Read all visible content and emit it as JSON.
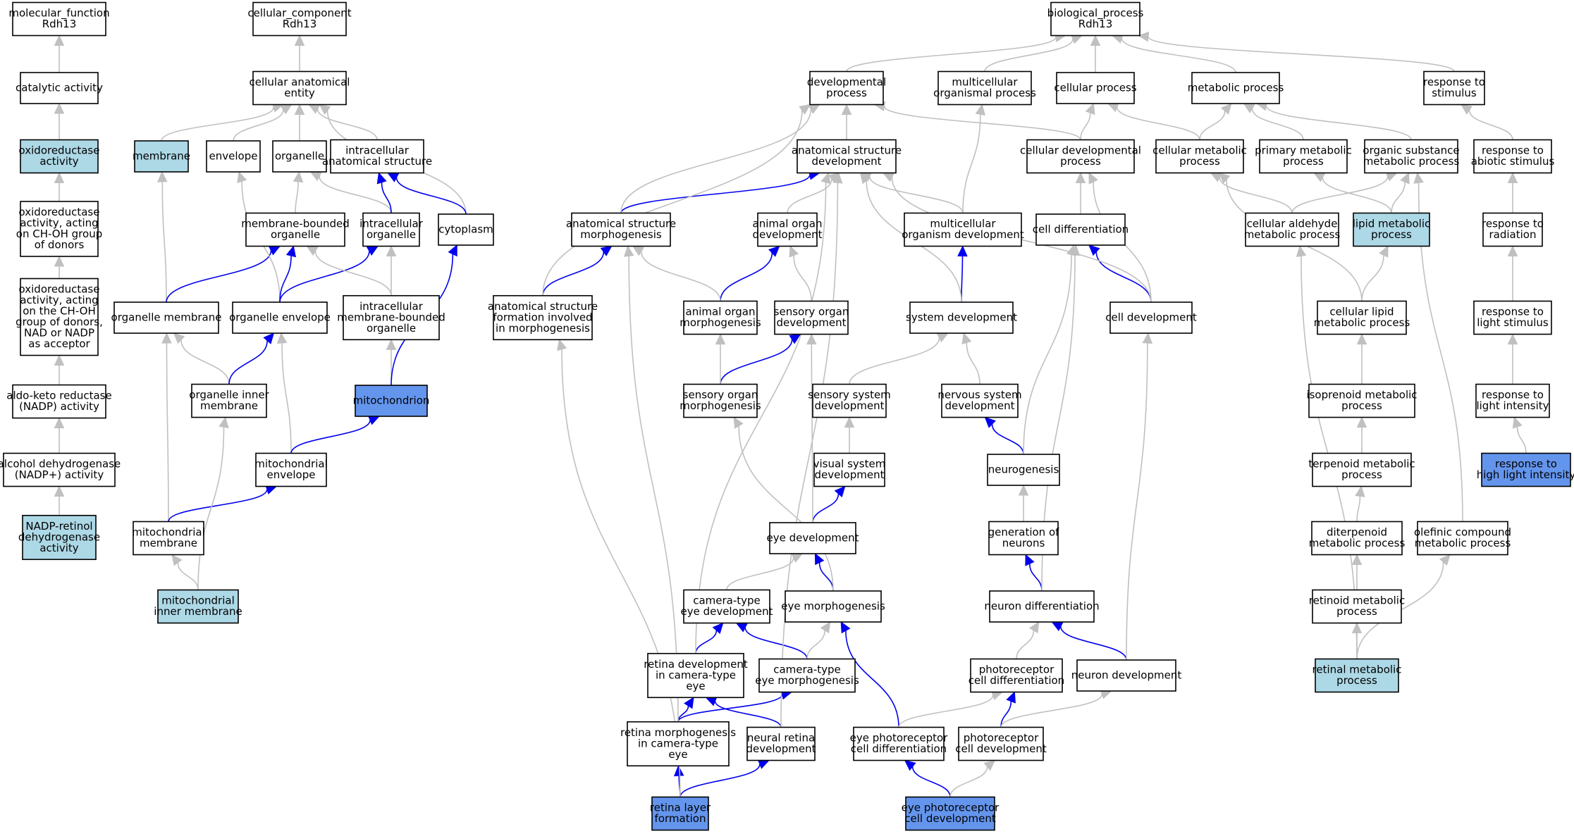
{
  "colors": {
    "default": "#ffffff",
    "annotated": "#add8e6",
    "query": "#6495ed",
    "edge_gray": "#c0c0c0",
    "edge_blue": "#0000ee"
  },
  "nodes": [
    {
      "id": "mf",
      "lines": [
        "molecular_function",
        "Rdh13"
      ],
      "fill": "default"
    },
    {
      "id": "cat",
      "lines": [
        "catalytic activity"
      ],
      "fill": "default"
    },
    {
      "id": "oxr",
      "lines": [
        "oxidoreductase",
        "activity"
      ],
      "fill": "annotated"
    },
    {
      "id": "oxrch",
      "lines": [
        "oxidoreductase",
        "activity, acting",
        "on CH-OH group",
        "of donors"
      ],
      "fill": "default"
    },
    {
      "id": "oxrnad",
      "lines": [
        "oxidoreductase",
        "activity, acting",
        "on the CH-OH",
        "group of donors,",
        "NAD or NADP",
        "as acceptor"
      ],
      "fill": "default"
    },
    {
      "id": "akr",
      "lines": [
        "aldo-keto reductase",
        "(NADP) activity"
      ],
      "fill": "default"
    },
    {
      "id": "adh",
      "lines": [
        "alcohol dehydrogenase",
        "(NADP+) activity"
      ],
      "fill": "default"
    },
    {
      "id": "nrdh",
      "lines": [
        "NADP-retinol",
        "dehydrogenase",
        "activity"
      ],
      "fill": "annotated"
    },
    {
      "id": "cc",
      "lines": [
        "cellular_component",
        "Rdh13"
      ],
      "fill": "default"
    },
    {
      "id": "cae",
      "lines": [
        "cellular anatomical",
        "entity"
      ],
      "fill": "default"
    },
    {
      "id": "mem",
      "lines": [
        "membrane"
      ],
      "fill": "annotated"
    },
    {
      "id": "env",
      "lines": [
        "envelope"
      ],
      "fill": "default"
    },
    {
      "id": "org",
      "lines": [
        "organelle"
      ],
      "fill": "default"
    },
    {
      "id": "ias",
      "lines": [
        "intracellular",
        "anatomical structure"
      ],
      "fill": "default"
    },
    {
      "id": "mbo",
      "lines": [
        "membrane-bounded",
        "organelle"
      ],
      "fill": "default"
    },
    {
      "id": "io",
      "lines": [
        "intracellular",
        "organelle"
      ],
      "fill": "default"
    },
    {
      "id": "cyt",
      "lines": [
        "cytoplasm"
      ],
      "fill": "default"
    },
    {
      "id": "om",
      "lines": [
        "organelle membrane"
      ],
      "fill": "default"
    },
    {
      "id": "oe",
      "lines": [
        "organelle envelope"
      ],
      "fill": "default"
    },
    {
      "id": "imbo",
      "lines": [
        "intracellular",
        "membrane-bounded",
        "organelle"
      ],
      "fill": "default"
    },
    {
      "id": "oim",
      "lines": [
        "organelle inner",
        "membrane"
      ],
      "fill": "default"
    },
    {
      "id": "mito",
      "lines": [
        "mitochondrion"
      ],
      "fill": "query"
    },
    {
      "id": "menv",
      "lines": [
        "mitochondrial",
        "envelope"
      ],
      "fill": "default"
    },
    {
      "id": "mmem",
      "lines": [
        "mitochondrial",
        "membrane"
      ],
      "fill": "default"
    },
    {
      "id": "mim",
      "lines": [
        "mitochondrial",
        "inner membrane"
      ],
      "fill": "annotated"
    },
    {
      "id": "bp",
      "lines": [
        "biological_process",
        "Rdh13"
      ],
      "fill": "default"
    },
    {
      "id": "dev",
      "lines": [
        "developmental",
        "process"
      ],
      "fill": "default"
    },
    {
      "id": "mop",
      "lines": [
        "multicellular",
        "organismal process"
      ],
      "fill": "default"
    },
    {
      "id": "cp",
      "lines": [
        "cellular process"
      ],
      "fill": "default"
    },
    {
      "id": "metp",
      "lines": [
        "metabolic process"
      ],
      "fill": "default"
    },
    {
      "id": "rts",
      "lines": [
        "response to",
        "stimulus"
      ],
      "fill": "default"
    },
    {
      "id": "asd",
      "lines": [
        "anatomical structure",
        "development"
      ],
      "fill": "default"
    },
    {
      "id": "cdp",
      "lines": [
        "cellular developmental",
        "process"
      ],
      "fill": "default"
    },
    {
      "id": "cmp",
      "lines": [
        "cellular metabolic",
        "process"
      ],
      "fill": "default"
    },
    {
      "id": "pmp",
      "lines": [
        "primary metabolic",
        "process"
      ],
      "fill": "default"
    },
    {
      "id": "osmp",
      "lines": [
        "organic substance",
        "metabolic process"
      ],
      "fill": "default"
    },
    {
      "id": "ras",
      "lines": [
        "response to",
        "abiotic stimulus"
      ],
      "fill": "default"
    },
    {
      "id": "asm",
      "lines": [
        "anatomical structure",
        "morphogenesis"
      ],
      "fill": "default"
    },
    {
      "id": "aod",
      "lines": [
        "animal organ",
        "development"
      ],
      "fill": "default"
    },
    {
      "id": "mod",
      "lines": [
        "multicellular",
        "organism development"
      ],
      "fill": "default"
    },
    {
      "id": "cdiff",
      "lines": [
        "cell differentiation"
      ],
      "fill": "default"
    },
    {
      "id": "camp",
      "lines": [
        "cellular aldehyde",
        "metabolic process"
      ],
      "fill": "default"
    },
    {
      "id": "lmp",
      "lines": [
        "lipid metabolic",
        "process"
      ],
      "fill": "annotated"
    },
    {
      "id": "rrad",
      "lines": [
        "response to",
        "radiation"
      ],
      "fill": "default"
    },
    {
      "id": "asf",
      "lines": [
        "anatomical structure",
        "formation involved",
        "in morphogenesis"
      ],
      "fill": "default"
    },
    {
      "id": "aom",
      "lines": [
        "animal organ",
        "morphogenesis"
      ],
      "fill": "default"
    },
    {
      "id": "sod",
      "lines": [
        "sensory organ",
        "development"
      ],
      "fill": "default"
    },
    {
      "id": "sysd",
      "lines": [
        "system development"
      ],
      "fill": "default"
    },
    {
      "id": "celld",
      "lines": [
        "cell development"
      ],
      "fill": "default"
    },
    {
      "id": "clmp",
      "lines": [
        "cellular lipid",
        "metabolic process"
      ],
      "fill": "default"
    },
    {
      "id": "rls",
      "lines": [
        "response to",
        "light stimulus"
      ],
      "fill": "default"
    },
    {
      "id": "som",
      "lines": [
        "sensory organ",
        "morphogenesis"
      ],
      "fill": "default"
    },
    {
      "id": "ssd",
      "lines": [
        "sensory system",
        "development"
      ],
      "fill": "default"
    },
    {
      "id": "nsd",
      "lines": [
        "nervous system",
        "development"
      ],
      "fill": "default"
    },
    {
      "id": "isomp",
      "lines": [
        "isoprenoid metabolic",
        "process"
      ],
      "fill": "default"
    },
    {
      "id": "rli",
      "lines": [
        "response to",
        "light intensity"
      ],
      "fill": "default"
    },
    {
      "id": "vsd",
      "lines": [
        "visual system",
        "development"
      ],
      "fill": "default"
    },
    {
      "id": "ngen",
      "lines": [
        "neurogenesis"
      ],
      "fill": "default"
    },
    {
      "id": "tmp",
      "lines": [
        "terpenoid metabolic",
        "process"
      ],
      "fill": "default"
    },
    {
      "id": "rhli",
      "lines": [
        "response to",
        "high light intensity"
      ],
      "fill": "query"
    },
    {
      "id": "eyed",
      "lines": [
        "eye development"
      ],
      "fill": "default"
    },
    {
      "id": "genn",
      "lines": [
        "generation of",
        "neurons"
      ],
      "fill": "default"
    },
    {
      "id": "dmp",
      "lines": [
        "diterpenoid",
        "metabolic process"
      ],
      "fill": "default"
    },
    {
      "id": "ocmp",
      "lines": [
        "olefinic compound",
        "metabolic process"
      ],
      "fill": "default"
    },
    {
      "id": "cted",
      "lines": [
        "camera-type",
        "eye development"
      ],
      "fill": "default"
    },
    {
      "id": "eyem",
      "lines": [
        "eye morphogenesis"
      ],
      "fill": "default"
    },
    {
      "id": "nd",
      "lines": [
        "neuron differentiation"
      ],
      "fill": "default"
    },
    {
      "id": "rmp",
      "lines": [
        "retinoid metabolic",
        "process"
      ],
      "fill": "default"
    },
    {
      "id": "rdce",
      "lines": [
        "retina development",
        "in camera-type",
        "eye"
      ],
      "fill": "default"
    },
    {
      "id": "ctem",
      "lines": [
        "camera-type",
        "eye morphogenesis"
      ],
      "fill": "default"
    },
    {
      "id": "pcd",
      "lines": [
        "photoreceptor",
        "cell differentiation"
      ],
      "fill": "default"
    },
    {
      "id": "ndev",
      "lines": [
        "neuron development"
      ],
      "fill": "default"
    },
    {
      "id": "retmp",
      "lines": [
        "retinal metabolic",
        "process"
      ],
      "fill": "annotated"
    },
    {
      "id": "rmce",
      "lines": [
        "retina morphogenesis",
        "in camera-type",
        "eye"
      ],
      "fill": "default"
    },
    {
      "id": "nrd",
      "lines": [
        "neural retina",
        "development"
      ],
      "fill": "default"
    },
    {
      "id": "epcd",
      "lines": [
        "eye photoreceptor",
        "cell differentiation"
      ],
      "fill": "default"
    },
    {
      "id": "pcdev",
      "lines": [
        "photoreceptor",
        "cell development"
      ],
      "fill": "default"
    },
    {
      "id": "rlf",
      "lines": [
        "retina layer",
        "formation"
      ],
      "fill": "query"
    },
    {
      "id": "epcdev",
      "lines": [
        "eye photoreceptor",
        "cell development"
      ],
      "fill": "query"
    }
  ],
  "edges": [
    {
      "from": "cat",
      "to": "mf",
      "color": "gray"
    },
    {
      "from": "oxr",
      "to": "cat",
      "color": "gray"
    },
    {
      "from": "oxrch",
      "to": "oxr",
      "color": "gray"
    },
    {
      "from": "oxrnad",
      "to": "oxrch",
      "color": "gray"
    },
    {
      "from": "akr",
      "to": "oxrnad",
      "color": "gray"
    },
    {
      "from": "adh",
      "to": "akr",
      "color": "gray"
    },
    {
      "from": "nrdh",
      "to": "adh",
      "color": "gray"
    },
    {
      "from": "cae",
      "to": "cc",
      "color": "gray"
    },
    {
      "from": "mem",
      "to": "cae",
      "color": "gray"
    },
    {
      "from": "env",
      "to": "cae",
      "color": "gray"
    },
    {
      "from": "org",
      "to": "cae",
      "color": "gray"
    },
    {
      "from": "ias",
      "to": "cae",
      "color": "gray"
    },
    {
      "from": "cyt",
      "to": "cae",
      "color": "gray"
    },
    {
      "from": "mbo",
      "to": "org",
      "color": "gray"
    },
    {
      "from": "io",
      "to": "org",
      "color": "gray"
    },
    {
      "from": "io",
      "to": "ias",
      "color": "blue"
    },
    {
      "from": "cyt",
      "to": "ias",
      "color": "blue"
    },
    {
      "from": "om",
      "to": "mem",
      "color": "gray"
    },
    {
      "from": "om",
      "to": "mbo",
      "color": "blue"
    },
    {
      "from": "oe",
      "to": "env",
      "color": "gray"
    },
    {
      "from": "oe",
      "to": "mbo",
      "color": "blue"
    },
    {
      "from": "oe",
      "to": "io",
      "color": "blue"
    },
    {
      "from": "imbo",
      "to": "mbo",
      "color": "gray"
    },
    {
      "from": "imbo",
      "to": "io",
      "color": "gray"
    },
    {
      "from": "oim",
      "to": "om",
      "color": "gray"
    },
    {
      "from": "oim",
      "to": "oe",
      "color": "blue"
    },
    {
      "from": "mito",
      "to": "imbo",
      "color": "gray"
    },
    {
      "from": "mito",
      "to": "cyt",
      "color": "blue"
    },
    {
      "from": "menv",
      "to": "oe",
      "color": "gray"
    },
    {
      "from": "menv",
      "to": "mito",
      "color": "blue"
    },
    {
      "from": "mmem",
      "to": "om",
      "color": "gray"
    },
    {
      "from": "mmem",
      "to": "menv",
      "color": "blue"
    },
    {
      "from": "mim",
      "to": "mmem",
      "color": "gray"
    },
    {
      "from": "mim",
      "to": "oim",
      "color": "gray"
    },
    {
      "from": "dev",
      "to": "bp",
      "color": "gray"
    },
    {
      "from": "mop",
      "to": "bp",
      "color": "gray"
    },
    {
      "from": "cp",
      "to": "bp",
      "color": "gray"
    },
    {
      "from": "metp",
      "to": "bp",
      "color": "gray"
    },
    {
      "from": "rts",
      "to": "bp",
      "color": "gray"
    },
    {
      "from": "asd",
      "to": "dev",
      "color": "gray"
    },
    {
      "from": "cdp",
      "to": "dev",
      "color": "gray"
    },
    {
      "from": "cdp",
      "to": "cp",
      "color": "gray"
    },
    {
      "from": "cmp",
      "to": "cp",
      "color": "gray"
    },
    {
      "from": "cmp",
      "to": "metp",
      "color": "gray"
    },
    {
      "from": "pmp",
      "to": "metp",
      "color": "gray"
    },
    {
      "from": "osmp",
      "to": "metp",
      "color": "gray"
    },
    {
      "from": "ras",
      "to": "rts",
      "color": "gray"
    },
    {
      "from": "asm",
      "to": "asd",
      "color": "blue"
    },
    {
      "from": "asm",
      "to": "dev",
      "color": "gray"
    },
    {
      "from": "aod",
      "to": "asd",
      "color": "gray"
    },
    {
      "from": "mod",
      "to": "asd",
      "color": "gray"
    },
    {
      "from": "mod",
      "to": "mop",
      "color": "gray"
    },
    {
      "from": "cdiff",
      "to": "cdp",
      "color": "gray"
    },
    {
      "from": "camp",
      "to": "cmp",
      "color": "gray"
    },
    {
      "from": "camp",
      "to": "osmp",
      "color": "gray"
    },
    {
      "from": "lmp",
      "to": "pmp",
      "color": "gray"
    },
    {
      "from": "lmp",
      "to": "osmp",
      "color": "gray"
    },
    {
      "from": "rrad",
      "to": "ras",
      "color": "gray"
    },
    {
      "from": "asf",
      "to": "asm",
      "color": "blue"
    },
    {
      "from": "asf",
      "to": "dev",
      "color": "gray"
    },
    {
      "from": "aom",
      "to": "aod",
      "color": "blue"
    },
    {
      "from": "aom",
      "to": "asm",
      "color": "gray"
    },
    {
      "from": "sod",
      "to": "aod",
      "color": "gray"
    },
    {
      "from": "sysd",
      "to": "mod",
      "color": "blue"
    },
    {
      "from": "sysd",
      "to": "asd",
      "color": "gray"
    },
    {
      "from": "celld",
      "to": "cdiff",
      "color": "blue"
    },
    {
      "from": "celld",
      "to": "cdp",
      "color": "gray"
    },
    {
      "from": "celld",
      "to": "asd",
      "color": "gray"
    },
    {
      "from": "clmp",
      "to": "lmp",
      "color": "gray"
    },
    {
      "from": "clmp",
      "to": "cmp",
      "color": "gray"
    },
    {
      "from": "rls",
      "to": "rrad",
      "color": "gray"
    },
    {
      "from": "som",
      "to": "sod",
      "color": "blue"
    },
    {
      "from": "som",
      "to": "aom",
      "color": "gray"
    },
    {
      "from": "ssd",
      "to": "sysd",
      "color": "gray"
    },
    {
      "from": "nsd",
      "to": "sysd",
      "color": "gray"
    },
    {
      "from": "isomp",
      "to": "clmp",
      "color": "gray"
    },
    {
      "from": "rli",
      "to": "rls",
      "color": "gray"
    },
    {
      "from": "vsd",
      "to": "ssd",
      "color": "gray"
    },
    {
      "from": "ngen",
      "to": "nsd",
      "color": "blue"
    },
    {
      "from": "ngen",
      "to": "cdiff",
      "color": "gray"
    },
    {
      "from": "tmp",
      "to": "isomp",
      "color": "gray"
    },
    {
      "from": "rhli",
      "to": "rli",
      "color": "gray"
    },
    {
      "from": "eyed",
      "to": "vsd",
      "color": "blue"
    },
    {
      "from": "eyed",
      "to": "sod",
      "color": "gray"
    },
    {
      "from": "genn",
      "to": "ngen",
      "color": "gray"
    },
    {
      "from": "dmp",
      "to": "tmp",
      "color": "gray"
    },
    {
      "from": "ocmp",
      "to": "osmp",
      "color": "gray"
    },
    {
      "from": "cted",
      "to": "eyed",
      "color": "gray"
    },
    {
      "from": "eyem",
      "to": "eyed",
      "color": "blue"
    },
    {
      "from": "eyem",
      "to": "som",
      "color": "gray"
    },
    {
      "from": "nd",
      "to": "genn",
      "color": "blue"
    },
    {
      "from": "nd",
      "to": "cdiff",
      "color": "gray"
    },
    {
      "from": "rmp",
      "to": "dmp",
      "color": "gray"
    },
    {
      "from": "rdce",
      "to": "cted",
      "color": "blue"
    },
    {
      "from": "rdce",
      "to": "asd",
      "color": "gray"
    },
    {
      "from": "ctem",
      "to": "cted",
      "color": "blue"
    },
    {
      "from": "ctem",
      "to": "eyem",
      "color": "gray"
    },
    {
      "from": "pcd",
      "to": "nd",
      "color": "gray"
    },
    {
      "from": "ndev",
      "to": "nd",
      "color": "blue"
    },
    {
      "from": "ndev",
      "to": "celld",
      "color": "gray"
    },
    {
      "from": "retmp",
      "to": "rmp",
      "color": "gray"
    },
    {
      "from": "retmp",
      "to": "camp",
      "color": "gray"
    },
    {
      "from": "retmp",
      "to": "ocmp",
      "color": "gray"
    },
    {
      "from": "rmce",
      "to": "rdce",
      "color": "blue"
    },
    {
      "from": "rmce",
      "to": "ctem",
      "color": "blue"
    },
    {
      "from": "rmce",
      "to": "asm",
      "color": "gray"
    },
    {
      "from": "nrd",
      "to": "rdce",
      "color": "blue"
    },
    {
      "from": "nrd",
      "to": "asd",
      "color": "gray"
    },
    {
      "from": "epcd",
      "to": "eyem",
      "color": "blue"
    },
    {
      "from": "epcd",
      "to": "pcd",
      "color": "gray"
    },
    {
      "from": "pcdev",
      "to": "pcd",
      "color": "blue"
    },
    {
      "from": "pcdev",
      "to": "ndev",
      "color": "gray"
    },
    {
      "from": "rlf",
      "to": "rmce",
      "color": "blue"
    },
    {
      "from": "rlf",
      "to": "nrd",
      "color": "blue"
    },
    {
      "from": "rlf",
      "to": "asf",
      "color": "gray"
    },
    {
      "from": "epcdev",
      "to": "epcd",
      "color": "blue"
    },
    {
      "from": "epcdev",
      "to": "pcdev",
      "color": "gray"
    }
  ]
}
